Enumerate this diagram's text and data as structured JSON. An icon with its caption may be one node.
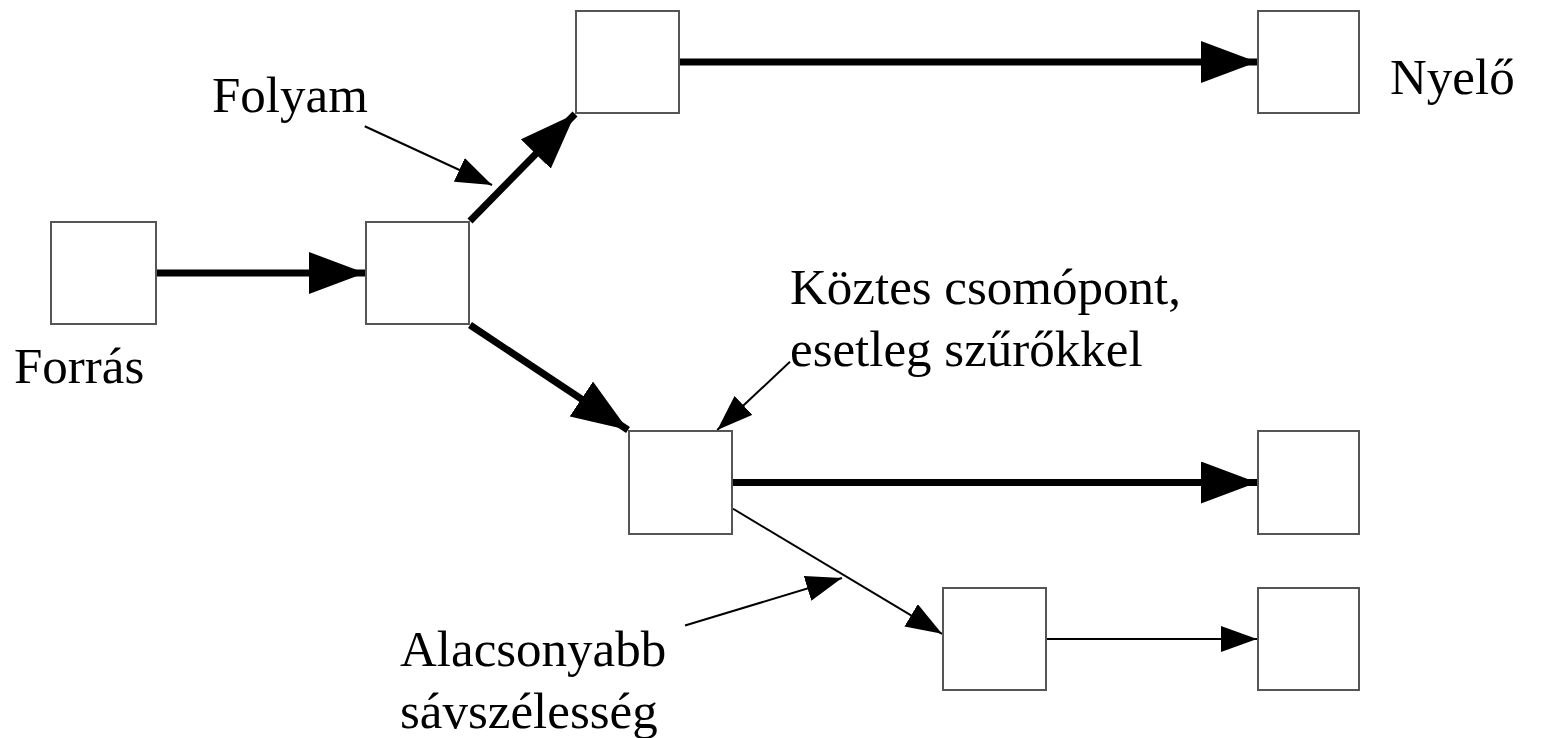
{
  "diagram": {
    "nodes": [
      {
        "text": [],
        "shape": "box",
        "beside": [
          "Forrás"
        ]
      },
      {
        "text": [],
        "shape": "box"
      },
      {
        "text": [],
        "shape": "box"
      },
      {
        "text": [],
        "shape": "box",
        "beside": [
          "Nyelő"
        ]
      },
      {
        "text": [],
        "shape": "box"
      },
      {
        "text": [],
        "shape": "box"
      },
      {
        "text": [],
        "shape": "box"
      },
      {
        "text": [],
        "shape": "box"
      },
      {
        "text": [
          "Folyam"
        ]
      },
      {
        "text": [
          "Köztes csomópont, esetleg szűrőkkel"
        ]
      },
      {
        "text": [
          "Alacsonyabb sávszélesség"
        ]
      }
    ],
    "edges": [
      {
        "from": 0,
        "to": 1,
        "arrow": "to",
        "style": "thick"
      },
      {
        "from": 1,
        "to": 2,
        "arrow": "to",
        "style": "thick"
      },
      {
        "from": 2,
        "to": 3,
        "arrow": "to",
        "style": "thick"
      },
      {
        "from": 1,
        "to": 4,
        "arrow": "to",
        "style": "thick"
      },
      {
        "from": 4,
        "to": 5,
        "arrow": "to",
        "style": "thick"
      },
      {
        "from": 4,
        "to": 6,
        "arrow": "to"
      },
      {
        "from": 6,
        "to": 7,
        "arrow": "to"
      },
      {
        "from": 8,
        "to": null,
        "arrow": "to"
      },
      {
        "from": 9,
        "to": 4,
        "arrow": "to"
      },
      {
        "from": 10,
        "to": null,
        "arrow": "to"
      }
    ]
  }
}
